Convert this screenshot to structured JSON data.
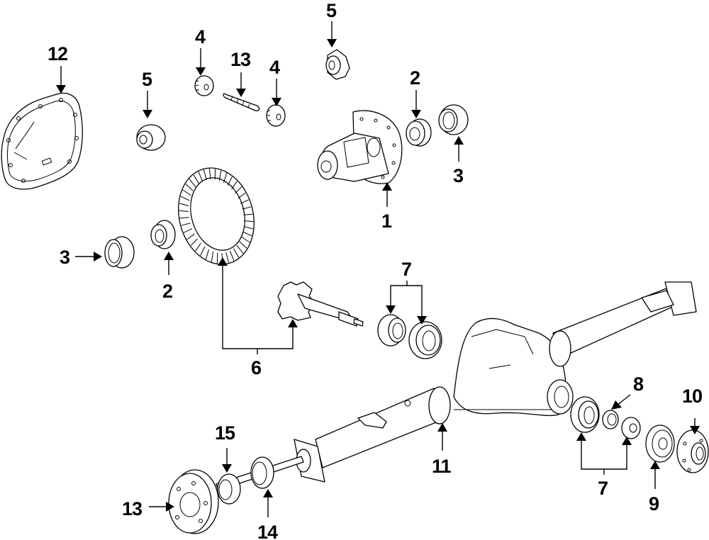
{
  "diagram": {
    "title": "Rear Axle Exploded Parts Diagram",
    "callouts": [
      {
        "id": "c12",
        "number": "12",
        "part": "differential-cover-gasket"
      },
      {
        "id": "c5a",
        "number": "5",
        "part": "side-gear-left"
      },
      {
        "id": "c4a",
        "number": "4",
        "part": "pinion-gear-left"
      },
      {
        "id": "c13a",
        "number": "13",
        "part": "pinion-shaft"
      },
      {
        "id": "c4b",
        "number": "4",
        "part": "pinion-gear-right"
      },
      {
        "id": "c5b",
        "number": "5",
        "part": "side-gear-right"
      },
      {
        "id": "c2a",
        "number": "2",
        "part": "carrier-bearing-cone-right"
      },
      {
        "id": "c3a",
        "number": "3",
        "part": "carrier-bearing-cup-right"
      },
      {
        "id": "c1",
        "number": "1",
        "part": "differential-case"
      },
      {
        "id": "c3b",
        "number": "3",
        "part": "carrier-bearing-cup-left"
      },
      {
        "id": "c2b",
        "number": "2",
        "part": "carrier-bearing-cone-left"
      },
      {
        "id": "c6",
        "number": "6",
        "part": "ring-and-pinion-gear-set"
      },
      {
        "id": "c7a",
        "number": "7",
        "part": "pinion-bearings-rear"
      },
      {
        "id": "c8",
        "number": "8",
        "part": "pinion-bearing-spacer"
      },
      {
        "id": "c10",
        "number": "10",
        "part": "pinion-flange"
      },
      {
        "id": "c9",
        "number": "9",
        "part": "pinion-seal"
      },
      {
        "id": "c7b",
        "number": "7",
        "part": "pinion-bearings-front"
      },
      {
        "id": "c11",
        "number": "11",
        "part": "axle-housing"
      },
      {
        "id": "c15",
        "number": "15",
        "part": "axle-seal"
      },
      {
        "id": "c13b",
        "number": "13",
        "part": "axle-shaft"
      },
      {
        "id": "c14",
        "number": "14",
        "part": "axle-bearing"
      }
    ]
  }
}
